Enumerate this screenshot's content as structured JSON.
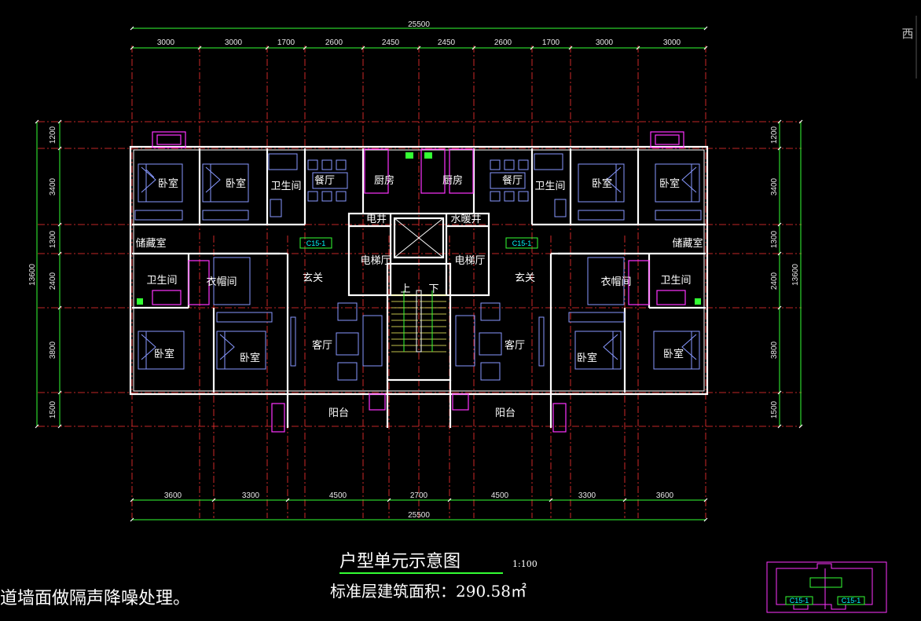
{
  "compass_label": "西",
  "dims": {
    "overall": "25500",
    "top_segments": [
      "3000",
      "3000",
      "1700",
      "2600",
      "2450",
      "2450",
      "2600",
      "1700",
      "3000",
      "3000"
    ],
    "bottom_segments": [
      "3600",
      "3300",
      "4500",
      "2700",
      "4500",
      "3300",
      "3600"
    ],
    "left_segments": [
      "1200",
      "3400",
      "1300",
      "2400",
      "3800",
      "1500"
    ],
    "right_segments": [
      "1200",
      "3400",
      "1300",
      "2400",
      "3800",
      "1500"
    ],
    "height_total": "13600"
  },
  "rooms": {
    "bedroom": "卧室",
    "bathroom": "卫生间",
    "dining": "餐厅",
    "kitchen": "厨房",
    "storage": "储藏室",
    "closet": "衣帽间",
    "foyer": "玄关",
    "living": "客厅",
    "balcony": "阳台",
    "elevator_hall": "电梯厅",
    "electric_shaft": "电井",
    "heating_shaft": "水暖井",
    "stair_up": "上",
    "stair_down": "下"
  },
  "tags": {
    "window": "C15-1"
  },
  "title": {
    "main": "户型单元示意图",
    "scale": "1:100",
    "area": "标准层建筑面积：290.58㎡"
  },
  "note": "道墙面做隔声降噪处理。",
  "colors": {
    "wall": "#ffffff",
    "axis": "#ff3333",
    "dimension": "#33ff33",
    "fixture": "#8899ff",
    "accent": "#ff33ff"
  }
}
